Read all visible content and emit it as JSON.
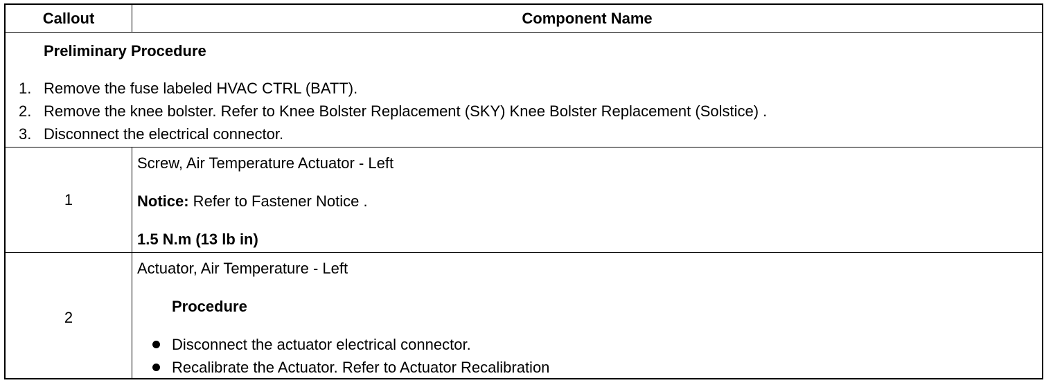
{
  "header": {
    "callout": "Callout",
    "component_name": "Component Name"
  },
  "preliminary": {
    "title": "Preliminary Procedure",
    "steps": [
      {
        "num": "1.",
        "text": "Remove the fuse labeled HVAC CTRL (BATT)."
      },
      {
        "num": "2.",
        "text": "Remove the knee bolster. Refer to Knee Bolster Replacement (SKY) Knee Bolster Replacement (Solstice) ."
      },
      {
        "num": "3.",
        "text": "Disconnect the electrical connector."
      }
    ]
  },
  "rows": [
    {
      "callout": "1",
      "name": "Screw, Air Temperature Actuator - Left",
      "notice_label": "Notice:",
      "notice_text": " Refer to Fastener Notice .",
      "torque": "1.5 N.m (13 lb in)"
    },
    {
      "callout": "2",
      "name": "Actuator, Air Temperature - Left",
      "procedure_title": "Procedure",
      "bullets": [
        "Disconnect the actuator electrical connector.",
        "Recalibrate the Actuator. Refer to Actuator Recalibration"
      ]
    }
  ]
}
